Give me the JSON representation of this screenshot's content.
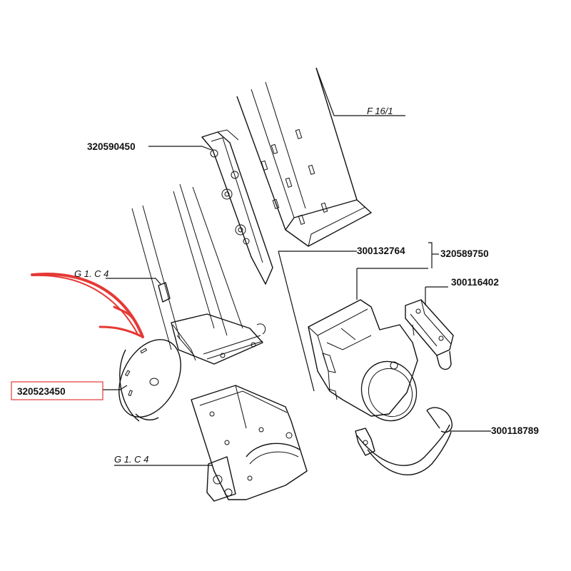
{
  "colors": {
    "highlight": "#e53935",
    "ink": "#111111",
    "background": "#ffffff"
  },
  "labels": {
    "f16_1": "F 16/1",
    "p320590450": "320590450",
    "p300132764": "300132764",
    "p320589750": "320589750",
    "p300116402": "300116402",
    "g1c4_upper": "G 1. C 4",
    "p320523450": "320523450",
    "g1c4_lower": "G 1. C 4",
    "p300118789": "300118789"
  },
  "highlighted_part": "320523450"
}
